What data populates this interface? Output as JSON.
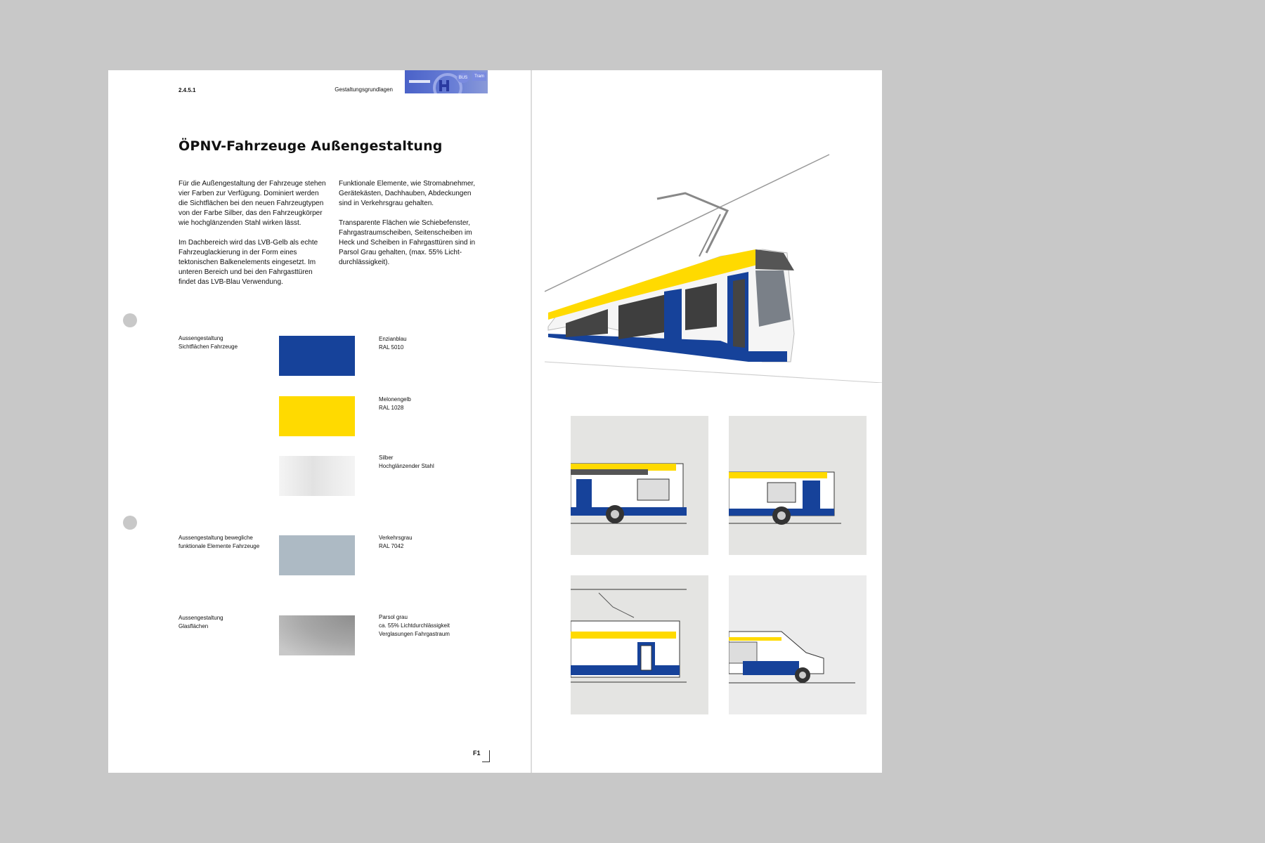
{
  "header": {
    "section_number": "2.4.5.1",
    "section_name": "Gestaltungsgrundlagen",
    "logo_labels": [
      "BUS",
      "Tram"
    ]
  },
  "title": "ÖPNV-Fahrzeuge Außengestaltung",
  "intro": {
    "col1": [
      "Für die Außengestaltung der Fahrzeuge stehen vier Farben zur Verfügung. Dominiert werden die Sichtflächen bei den neuen Fahrzeugtypen von der Farbe Silber, das den Fahrzeugkörper wie hochglänzenden Stahl wirken lässt.",
      "Im Dachbereich wird das LVB-Gelb als echte Fahrzeuglackierung in der Form eines tektonischen Balkenelements eingesetzt. Im unteren Bereich und bei den Fahrgasttüren findet das LVB-Blau Verwendung."
    ],
    "col2": [
      "Funktionale Elemente, wie Stromabnehmer, Gerätekästen, Dachhauben, Abdeckungen sind in Verkehrsgrau gehalten.",
      "Transparente Flächen wie Schiebefenster, Fahrgastraumscheiben, Seitenscheiben im Heck und Scheiben in Fahrgasttüren sind in Parsol Grau gehalten, (max. 55% Licht-durchlässigkeit)."
    ]
  },
  "swatches": [
    {
      "group_line1": "Aussengestaltung",
      "group_line2": "Sichtflächen Fahrzeuge",
      "name": "Enzianblau",
      "code": "RAL 5010",
      "color": "#16429a"
    },
    {
      "name": "Melonengelb",
      "code": "RAL 1028",
      "color": "#ffda00"
    },
    {
      "name": "Silber",
      "code": "Hochglänzender Stahl",
      "color": "#e8e8e8"
    },
    {
      "group_line1": "Aussengestaltung bewegliche",
      "group_line2": "funktionale Elemente Fahrzeuge",
      "name": "Verkehrsgrau",
      "code": "RAL 7042",
      "color": "#adbac4"
    },
    {
      "group_line1": "Aussengestaltung",
      "group_line2": "Glasflächen",
      "name": "Parsol grau",
      "code": "ca. 55% Lichtdurchlässigkeit",
      "extra": "Verglasungen Fahrgastraum",
      "color": "#a8a8a8"
    }
  ],
  "page_number": "F1",
  "colors": {
    "blue": "#16429a",
    "yellow": "#ffda00",
    "silver": "#e8e8e8",
    "grey": "#adbac4",
    "background": "#c8c8c8"
  }
}
